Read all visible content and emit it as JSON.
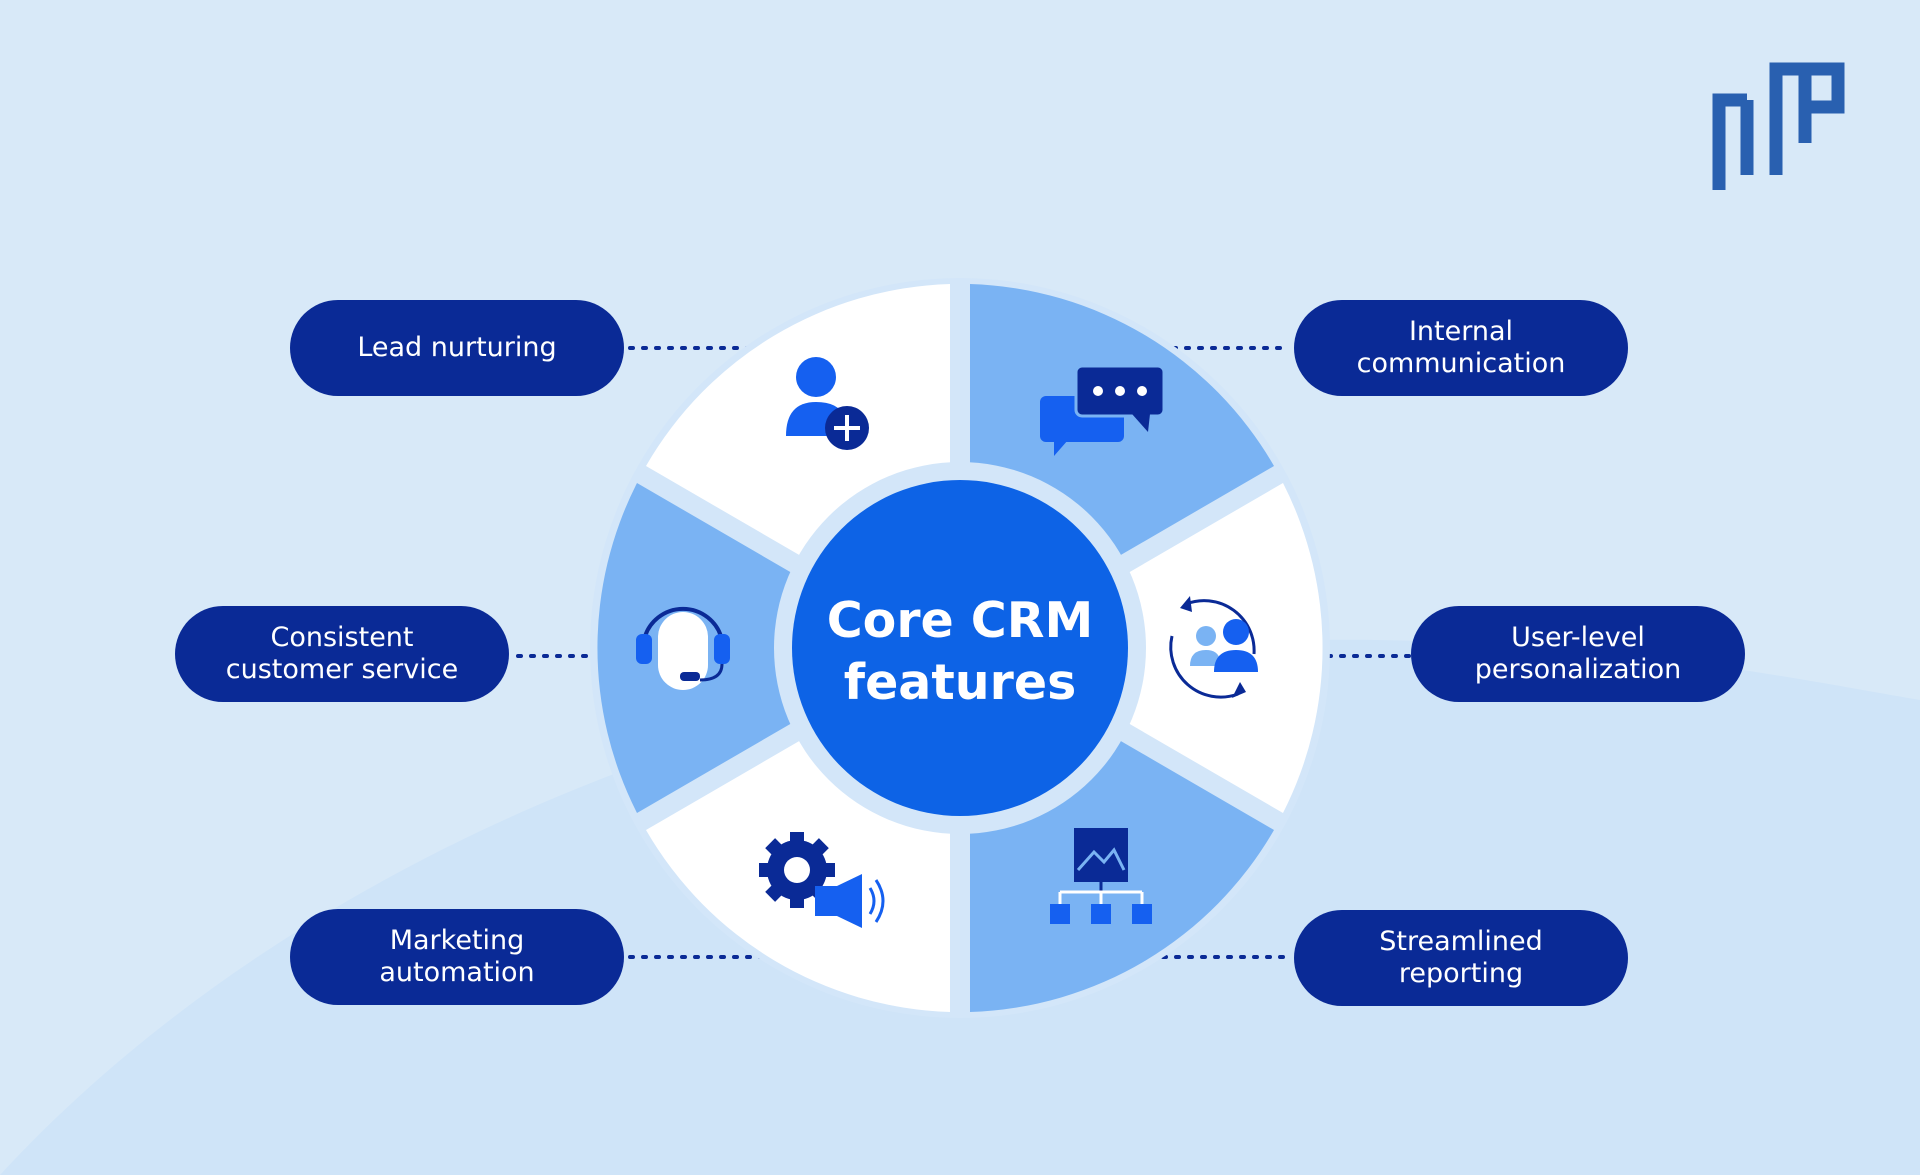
{
  "center": {
    "title": "Core CRM\nfeatures"
  },
  "features": [
    {
      "label": "Lead nurturing",
      "icon": "add-user-icon"
    },
    {
      "label": "Internal\ncommunication",
      "icon": "chat-bubbles-icon"
    },
    {
      "label": "Consistent\ncustomer service",
      "icon": "headset-agent-icon"
    },
    {
      "label": "User-level\npersonalization",
      "icon": "user-sync-icon"
    },
    {
      "label": "Marketing\nautomation",
      "icon": "gear-megaphone-icon"
    },
    {
      "label": "Streamlined\nreporting",
      "icon": "report-hierarchy-icon"
    }
  ],
  "colors": {
    "background": "#d8e9f8",
    "pill": "#0a2a96",
    "center": "#0d63e6",
    "segment_light": "#ffffff",
    "segment_blue": "#7ab3f3",
    "icon_dark": "#0a2a96",
    "icon_bright": "#1560f0",
    "logo": "#2960b0"
  }
}
